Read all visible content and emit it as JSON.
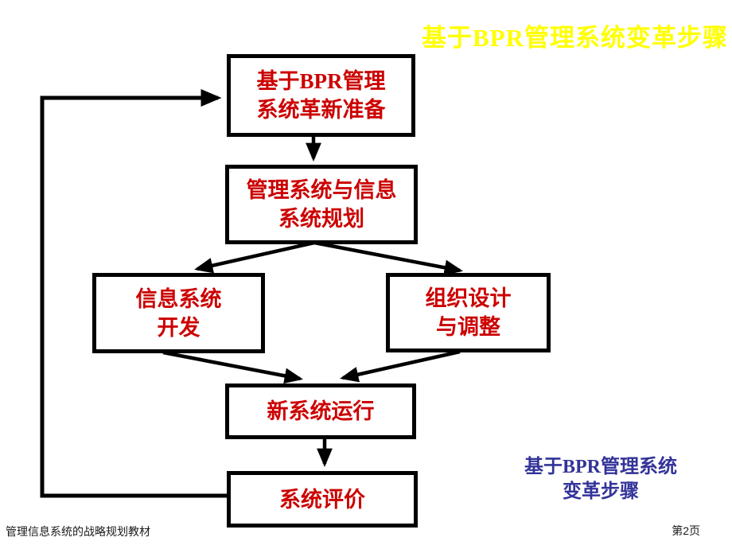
{
  "slide": {
    "title": "基于BPR管理系统变革步骤",
    "caption": "基于BPR管理系统\n变革步骤",
    "footer_left": "管理信息系统的战略规划教材",
    "footer_right": "第2页",
    "page_number": "2"
  },
  "colors": {
    "title_yellow": "#FFFF00",
    "node_text_red": "#CC0000",
    "caption_blue": "#333399",
    "line_black": "#000000",
    "background": "#FFFFFF"
  },
  "flowchart": {
    "nodes": [
      {
        "id": "prepare",
        "label": "基于BPR管理\n系统革新准备"
      },
      {
        "id": "planning",
        "label": "管理系统与信息\n系统规划"
      },
      {
        "id": "is-development",
        "label": "信息系统\n开发"
      },
      {
        "id": "org-design",
        "label": "组织设计\n与调整"
      },
      {
        "id": "new-system-run",
        "label": "新系统运行"
      },
      {
        "id": "evaluation",
        "label": "系统评价"
      }
    ],
    "edges": [
      {
        "from": "prepare",
        "to": "planning"
      },
      {
        "from": "planning",
        "to": "is-development"
      },
      {
        "from": "planning",
        "to": "org-design"
      },
      {
        "from": "is-development",
        "to": "new-system-run"
      },
      {
        "from": "org-design",
        "to": "new-system-run"
      },
      {
        "from": "new-system-run",
        "to": "evaluation"
      },
      {
        "from": "evaluation",
        "to": "prepare",
        "type": "feedback-loop"
      }
    ]
  }
}
